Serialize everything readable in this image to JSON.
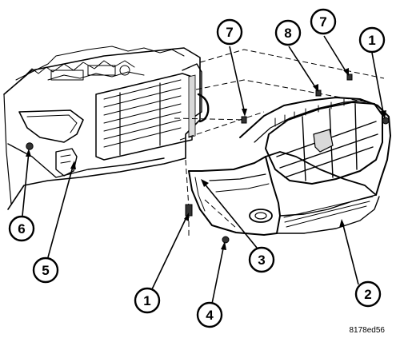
{
  "callouts": [
    {
      "id": "1a",
      "label": "1"
    },
    {
      "id": "1b",
      "label": "1"
    },
    {
      "id": "2",
      "label": "2"
    },
    {
      "id": "3",
      "label": "3"
    },
    {
      "id": "4",
      "label": "4"
    },
    {
      "id": "5",
      "label": "5"
    },
    {
      "id": "6",
      "label": "6"
    },
    {
      "id": "7a",
      "label": "7"
    },
    {
      "id": "7b",
      "label": "7"
    },
    {
      "id": "8",
      "label": "8"
    }
  ],
  "figure_code": "8178ed56",
  "colors": {
    "ink": "#000000",
    "paper": "#ffffff",
    "shade": "#d9d9d9",
    "dark": "#333333"
  }
}
